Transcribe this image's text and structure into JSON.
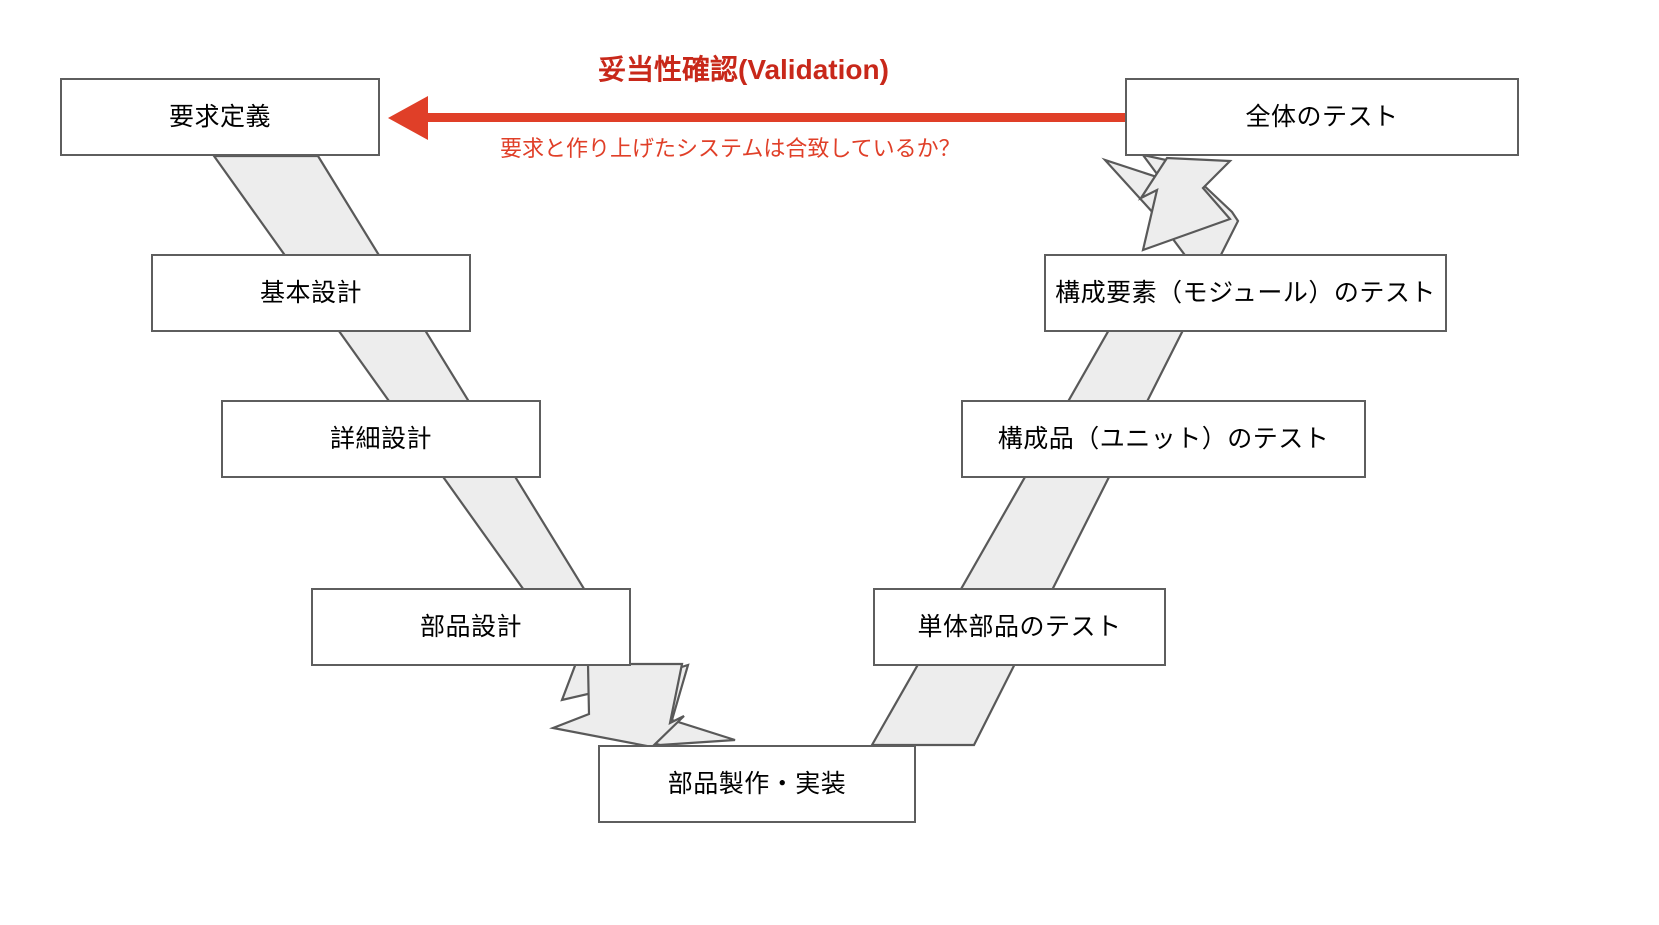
{
  "diagram": {
    "type": "v-model",
    "title_visible": false,
    "colors": {
      "accent_red": "#e03f28",
      "title_red": "#c8281a",
      "band_fill": "#ededed",
      "band_stroke": "#595959",
      "box_border": "#5e5e5e",
      "box_fill": "#ffffff",
      "text": "#000000",
      "background": "#ffffff"
    }
  },
  "validation": {
    "title": "妥当性確認(Validation)",
    "subtitle": "要求と作り上げたシステムは合致しているか？",
    "arrow_direction": "right-to-left",
    "from": "全体のテスト",
    "to": "要求定義"
  },
  "left_branch": {
    "label": "development",
    "flow_direction": "downward",
    "nodes": [
      {
        "label": "要求定義",
        "level": 1
      },
      {
        "label": "基本設計",
        "level": 2
      },
      {
        "label": "詳細設計",
        "level": 3
      },
      {
        "label": "部品設計",
        "level": 4
      }
    ]
  },
  "bottom": {
    "node": {
      "label": "部品製作・実装",
      "level": 5
    }
  },
  "right_branch": {
    "label": "testing",
    "flow_direction": "upward",
    "nodes": [
      {
        "label": "単体部品のテスト",
        "level": 4
      },
      {
        "label": "構成品（ユニット）のテスト",
        "level": 3
      },
      {
        "label": "構成要素（モジュール）のテスト",
        "level": 2
      },
      {
        "label": "全体のテスト",
        "level": 1
      }
    ]
  },
  "connectors": {
    "down_band_label": "descending-process-band",
    "up_band_label": "ascending-process-band",
    "down_arrowhead": "down-right-arrowhead",
    "up_arrowhead": "up-left-arrowhead"
  }
}
